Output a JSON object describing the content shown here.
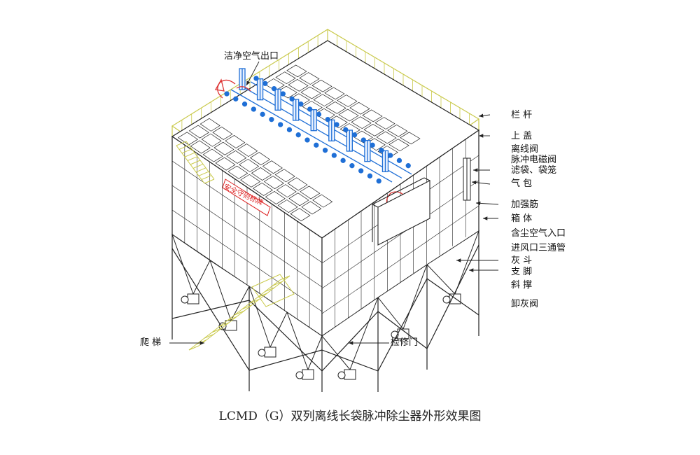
{
  "title": "LCMD（G）双列离线长袋脉冲除尘器外形效果图",
  "colors": {
    "line": "#222222",
    "railing": "#c9c94a",
    "pipes": "#1f6fd6",
    "sign": "#dd2222",
    "arrow": "#dd3333"
  },
  "sign_text": "安全守则标牌",
  "labels": {
    "clean_outlet": "洁净空气出口",
    "railing": "栏  杆",
    "top_cover": "上  盖",
    "offline_valve": "离线阀",
    "pulse_valve": "脉冲电磁阀",
    "bags": "滤袋、袋笼",
    "air_drum": "气  包",
    "stiffener": "加强筋",
    "box": "箱  体",
    "dust_inlet": "含尘空气入口",
    "tee": "进风口三通管",
    "hopper": "灰  斗",
    "leg": "支  脚",
    "brace": "斜  撑",
    "discharge_valve": "卸灰阀",
    "ladder": "爬  梯",
    "access_door": "检修门"
  }
}
